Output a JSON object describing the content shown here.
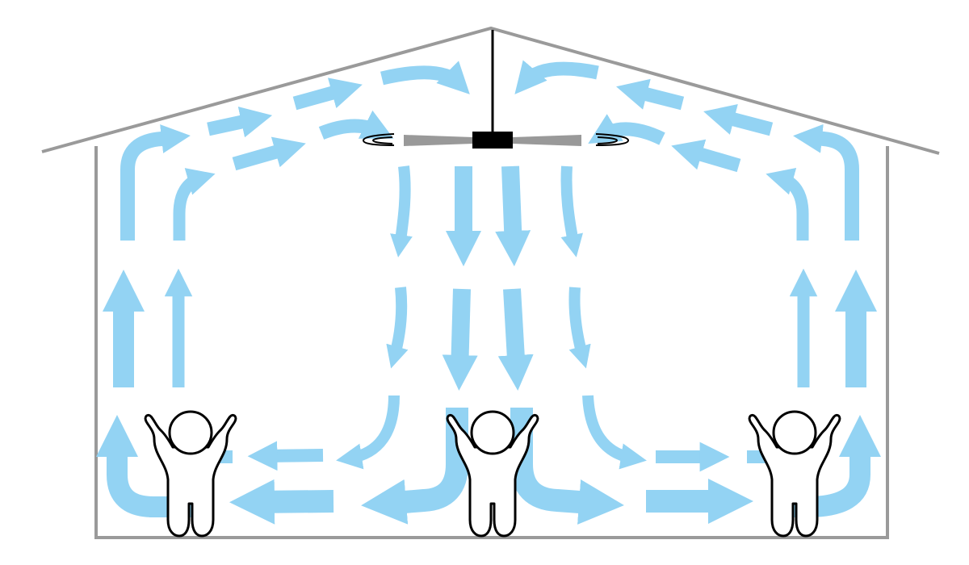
{
  "diagram": {
    "subject": "ceiling-fan-air-circulation",
    "colors": {
      "airflow": "#93D3F3",
      "house_outline": "#9A9A9A",
      "fan_blade": "#999999",
      "fan_hub": "#000000",
      "person_fill": "#FFFFFF",
      "person_stroke": "#000000",
      "background": "#FFFFFF"
    },
    "icons": {
      "fan": "ceiling-fan-icon",
      "person": "person-arms-raised-icon",
      "spin": "rotation-swirl-icon"
    },
    "people_count": 3,
    "fan_count": 1
  }
}
